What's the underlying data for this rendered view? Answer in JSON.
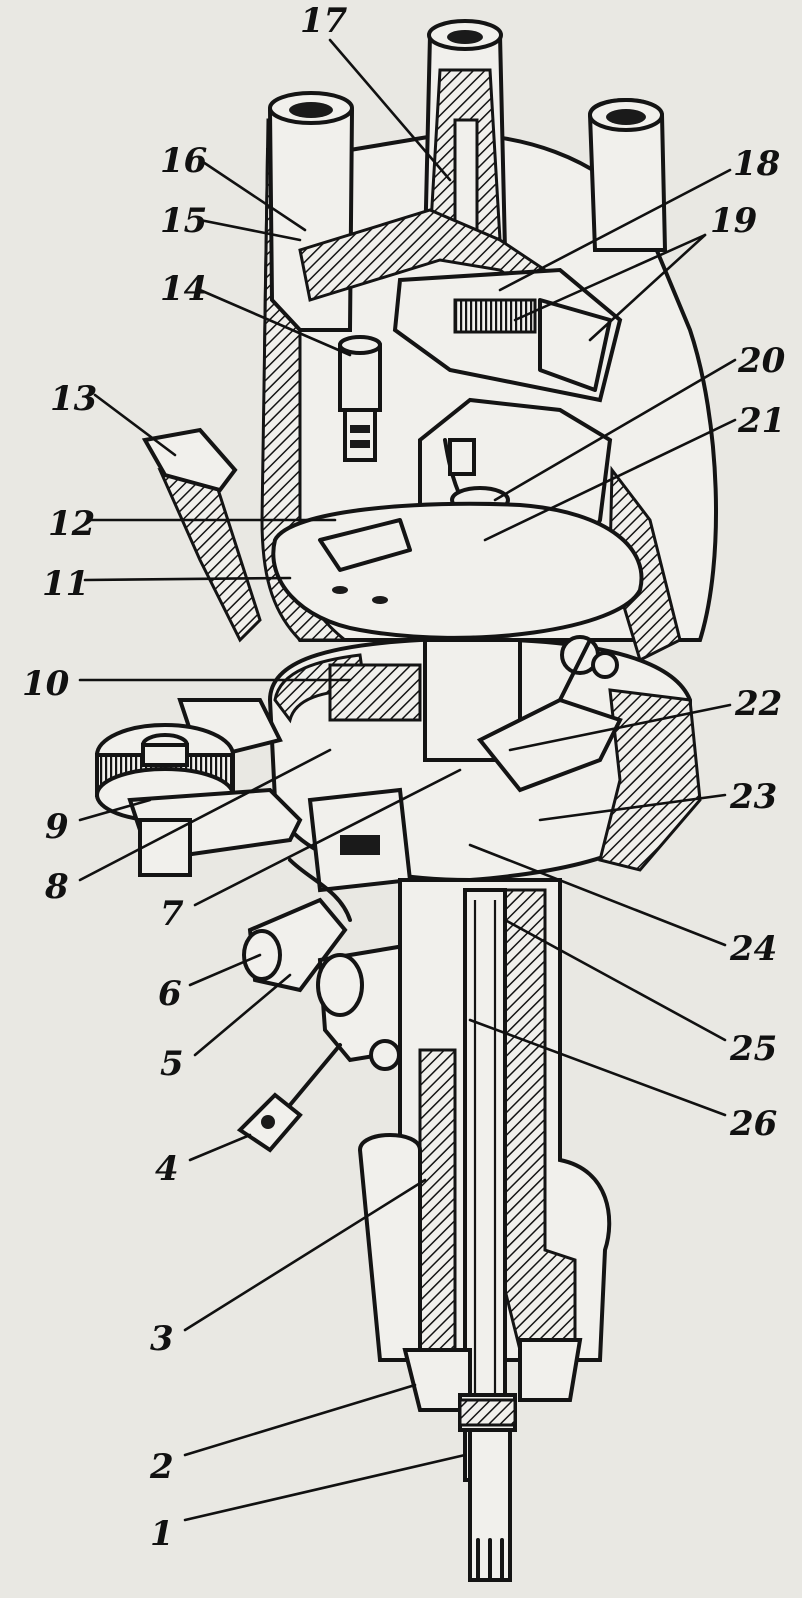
{
  "labels": [
    {
      "id": 1,
      "text": "1"
    },
    {
      "id": 2,
      "text": "2"
    },
    {
      "id": 3,
      "text": "3"
    },
    {
      "id": 4,
      "text": "4"
    },
    {
      "id": 5,
      "text": "5"
    },
    {
      "id": 6,
      "text": "6"
    },
    {
      "id": 7,
      "text": "7"
    },
    {
      "id": 8,
      "text": "8"
    },
    {
      "id": 9,
      "text": "9"
    },
    {
      "id": 10,
      "text": "10"
    },
    {
      "id": 11,
      "text": "11"
    },
    {
      "id": 12,
      "text": "12"
    },
    {
      "id": 13,
      "text": "13"
    },
    {
      "id": 14,
      "text": "14"
    },
    {
      "id": 15,
      "text": "15"
    },
    {
      "id": 16,
      "text": "16"
    },
    {
      "id": 17,
      "text": "17"
    },
    {
      "id": 18,
      "text": "18"
    },
    {
      "id": 19,
      "text": "19"
    },
    {
      "id": 20,
      "text": "20"
    },
    {
      "id": 21,
      "text": "21"
    },
    {
      "id": 22,
      "text": "22"
    },
    {
      "id": 23,
      "text": "23"
    },
    {
      "id": 24,
      "text": "24"
    },
    {
      "id": 25,
      "text": "25"
    },
    {
      "id": 26,
      "text": "26"
    }
  ],
  "colors": {
    "ink": "#111111",
    "paper": "#e9e8e3"
  }
}
